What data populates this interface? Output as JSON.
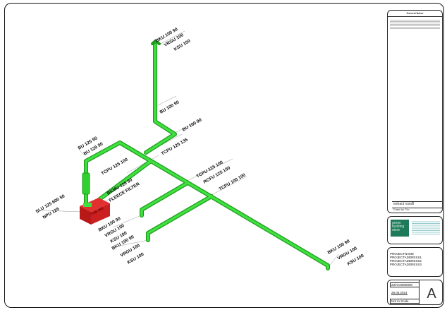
{
  "drawing": {
    "labels": {
      "top_bku": "BKU 100 90",
      "top_vrgu": "VRGU 100",
      "top_ksu": "KSU 100",
      "bu1": "BU 100 90",
      "bu2": "BU 100 90",
      "tcpu_125_135": "TCPU 125 135",
      "bu125a": "BU 125 90",
      "bu125b": "BU 125 90",
      "tcpu_left": "TCPU 125 100",
      "bkmu": "BKMU 125 90",
      "filter": "FLEECE FILTER",
      "slu": "SLU 125 600 50",
      "npu": "NPU 125",
      "tcpu_mid": "TCPU 125 100",
      "rcfu": "RCFU 125 100",
      "tcpu_100": "TCPU 100 100",
      "b1_bku": "BKU 100 90",
      "b1_vrgu": "VRGU 100",
      "b1_ksu": "KSU 100",
      "b2_bku": "BKU 100 90",
      "b2_vrgu": "VRGU 100",
      "b2_ksu": "KSU 100",
      "r_bku": "BKU 100 90",
      "r_vrgu": "VRGU 100",
      "r_ksu": "KSU 100",
      "unit": "TXA 250"
    },
    "colors": {
      "duct": "#2fd12f",
      "duct_dark": "#1c9a1c",
      "unit": "#d42020"
    }
  },
  "title_block": {
    "notes_title": "General Notes",
    "drawing_title": "extract rossB",
    "drawn_by": "Drawn by: Tim",
    "company_logo": "green building store",
    "project_lines": [
      "PROJECTNAME",
      "PROJECTADDRESS1",
      "PROJECTADDRESS2",
      "PROJECTADDRESS3"
    ],
    "drawing_number": "23/AC0000000",
    "date": "28.05.2014",
    "scale": "Not to Scale",
    "revision": "A"
  }
}
